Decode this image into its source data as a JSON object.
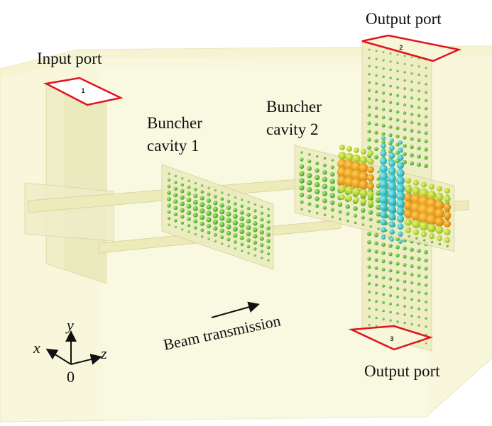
{
  "labels": {
    "input_port": "Input port",
    "output_port_top": "Output port",
    "output_port_bottom": "Output port",
    "buncher1_line1": "Buncher",
    "buncher1_line2": "cavity 1",
    "buncher2_line1": "Buncher",
    "buncher2_line2": "cavity 2",
    "beam": "Beam transmission"
  },
  "port_numbers": {
    "input": "1",
    "output_top": "2",
    "output_bottom": "3"
  },
  "axes": {
    "y": "y",
    "x": "x",
    "z": "z",
    "origin": "0"
  },
  "colors": {
    "housing": "#f7f6d8",
    "housing_edge": "#e4e2b4",
    "port_outline": "#e0141e",
    "field_low": "#3aa83a",
    "field_mid": "#9bd02a",
    "field_high": "#e39a18",
    "field_axis": "#27b8c0"
  }
}
